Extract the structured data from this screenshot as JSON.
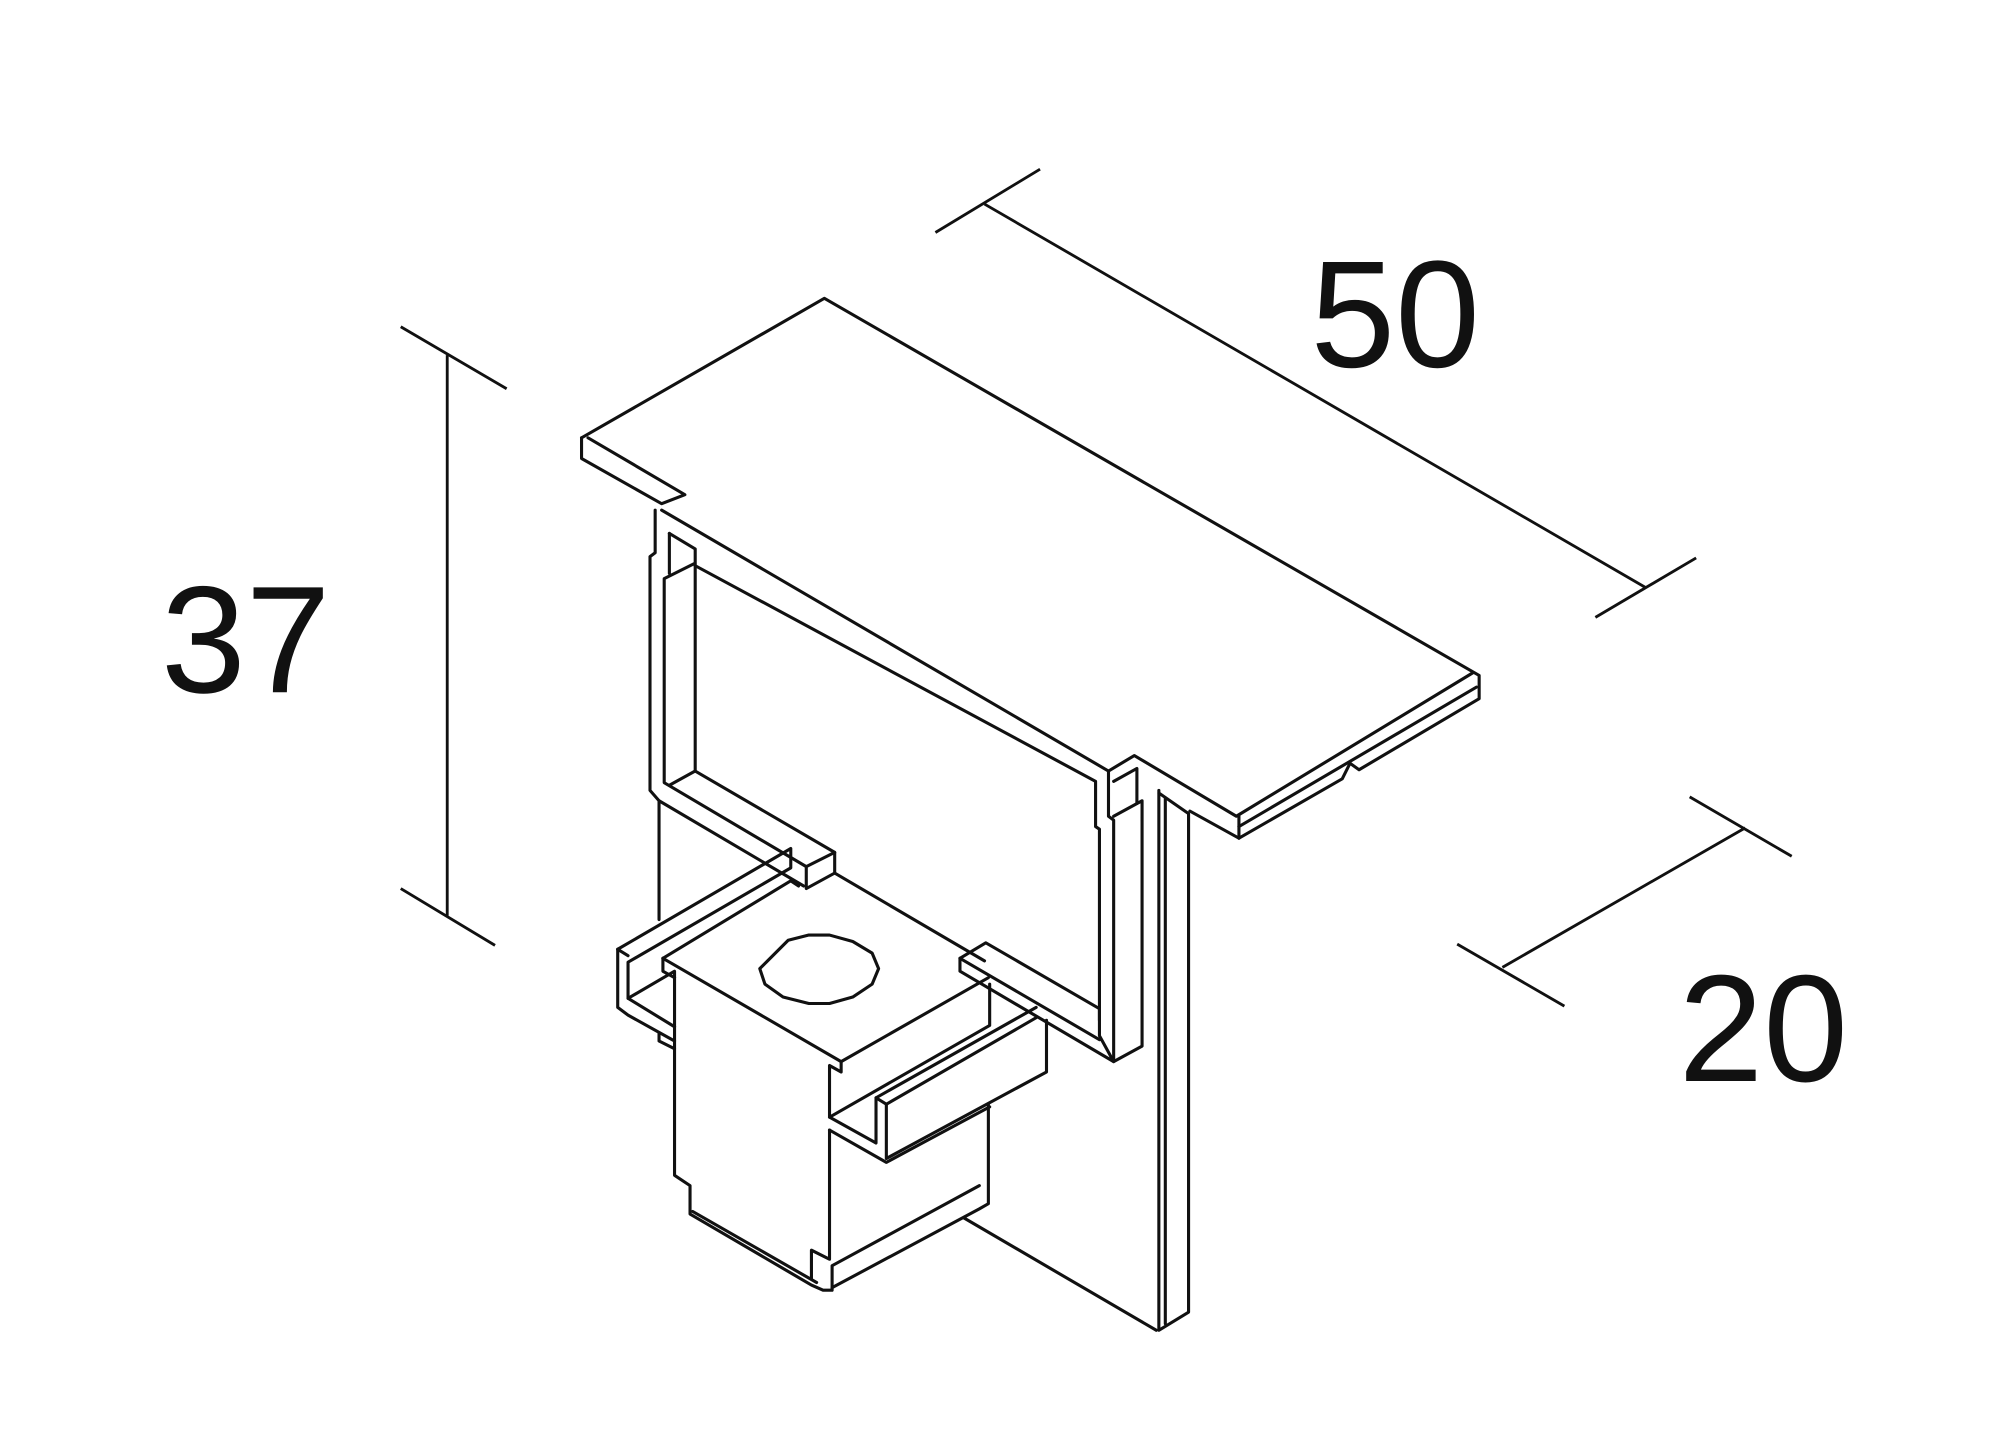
{
  "drawing": {
    "dimensions": {
      "length": "50",
      "height": "37",
      "depth": "20"
    },
    "colors": {
      "line": "#111111",
      "background": "#ffffff"
    }
  }
}
